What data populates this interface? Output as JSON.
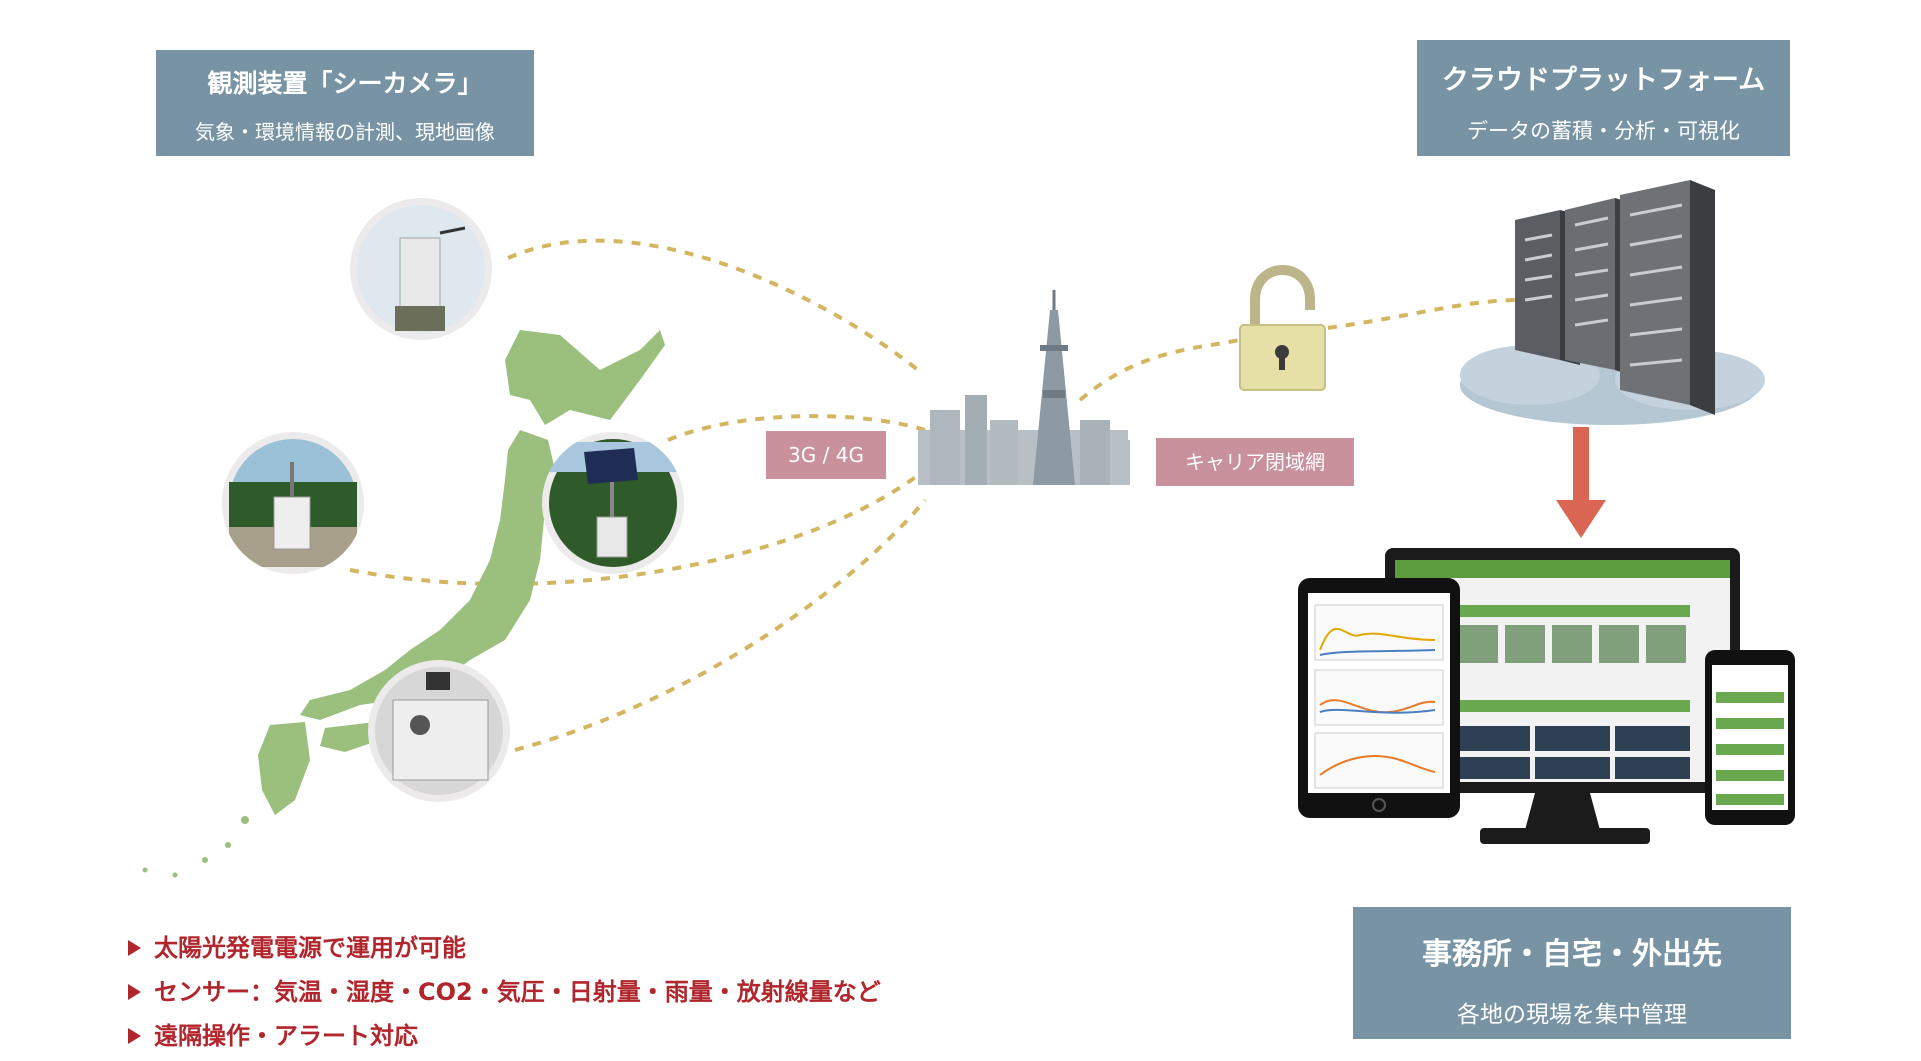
{
  "device_box": {
    "title": "観測装置「シーカメラ」",
    "subtitle": "気象・環境情報の計測、現地画像"
  },
  "cloud_box": {
    "title": "クラウドプラットフォーム",
    "subtitle": "データの蓄積・分析・可視化"
  },
  "office_box": {
    "title": "事務所・自宅・外出先",
    "subtitle": "各地の現場を集中管理"
  },
  "network_label": "3G / 4G",
  "carrier_label": "キャリア閉域網",
  "features": [
    "太陽光発電電源で運用が可能",
    "センサー：気温・湿度・CO2・気圧・日射量・雨量・放射線量など",
    "遠隔操作・アラート対応"
  ],
  "colors": {
    "box_bg": "#7793a4",
    "pill_bg": "#c8919c",
    "feature_text": "#b1262d",
    "dashed_line": "#d4b560",
    "map_green": "#9bbf7d",
    "arrow": "#d96552"
  },
  "icons": [
    "camera-device-photo",
    "japan-map",
    "city-tower-icon",
    "padlock-icon",
    "server-rack-icon",
    "down-arrow-icon",
    "monitor-icon",
    "tablet-icon",
    "smartphone-icon",
    "bullet-triangle-icon"
  ]
}
